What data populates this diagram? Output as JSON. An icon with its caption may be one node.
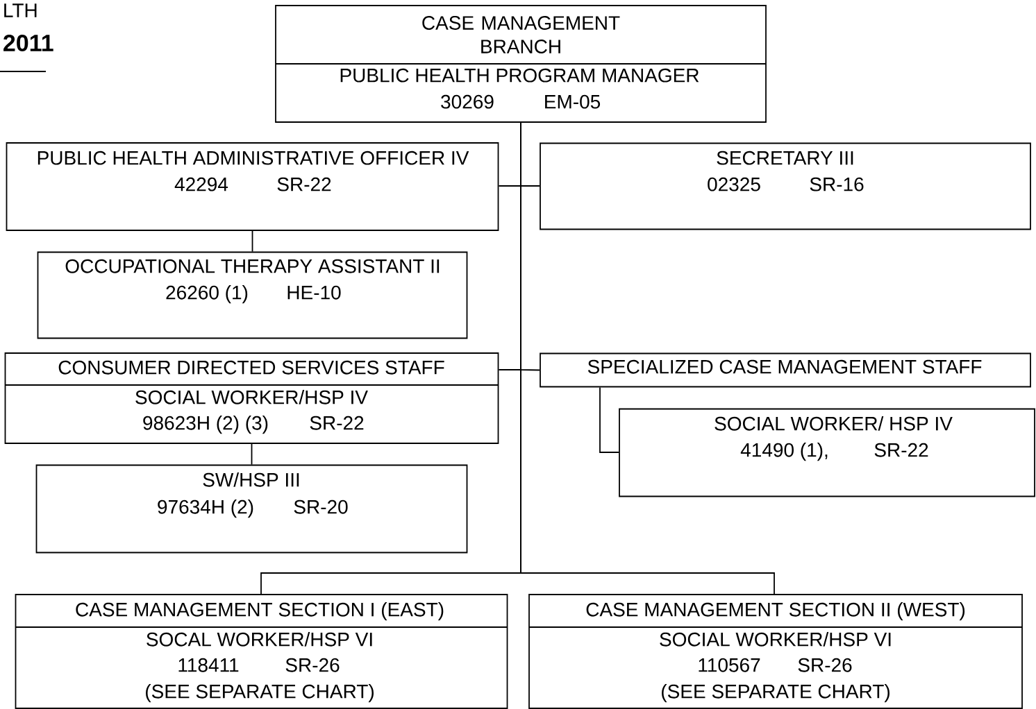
{
  "diagram": {
    "nodes": [
      {
        "text": [
          "CASE MANAGEMENT BRANCH",
          "PUBLIC HEALTH PROGRAM MANAGER",
          "30269",
          "EM-05"
        ]
      },
      {
        "text": [
          "PUBLIC HEALTH ADMINISTRATIVE OFFICER IV",
          "42294",
          "SR-22"
        ]
      },
      {
        "text": [
          "SECRETARY III",
          "02325",
          "SR-16"
        ]
      },
      {
        "text": [
          "OCCUPATIONAL THERAPY ASSISTANT II",
          "26260 (1)",
          "HE-10"
        ]
      },
      {
        "text": [
          "CONSUMER DIRECTED SERVICES STAFF",
          "SOCIAL WORKER/HSP IV",
          "98623H (2) (3)",
          "SR-22"
        ]
      },
      {
        "text": [
          "SPECIALIZED CASE MANAGEMENT STAFF"
        ]
      },
      {
        "text": [
          "SOCIAL WORKER/ HSP IV",
          "41490 (1),",
          "SR-22"
        ]
      },
      {
        "text": [
          "SW/HSP III",
          "97634H (2)",
          "SR-20"
        ]
      },
      {
        "text": [
          "CASE MANAGEMENT SECTION I (EAST)",
          "SOCAL WORKER/HSP VI",
          "118411",
          "SR-26",
          "(SEE SEPARATE CHART)"
        ]
      },
      {
        "text": [
          "CASE MANAGEMENT SECTION II (WEST)",
          "SOCIAL WORKER/HSP VI",
          "110567",
          "SR-26",
          "(SEE SEPARATE CHART)"
        ]
      }
    ],
    "edges": [
      {
        "from": 0,
        "to": 1,
        "arrow": "none"
      },
      {
        "from": 0,
        "to": 2,
        "arrow": "none"
      },
      {
        "from": 1,
        "to": 3,
        "arrow": "none"
      },
      {
        "from": 0,
        "to": 4,
        "arrow": "none"
      },
      {
        "from": 0,
        "to": 5,
        "arrow": "none"
      },
      {
        "from": 4,
        "to": 7,
        "arrow": "none"
      },
      {
        "from": 5,
        "to": 6,
        "arrow": "none"
      },
      {
        "from": 0,
        "to": 8,
        "arrow": "none"
      },
      {
        "from": 0,
        "to": 9,
        "arrow": "none"
      }
    ],
    "labels": [
      "LTH",
      "2011"
    ]
  }
}
